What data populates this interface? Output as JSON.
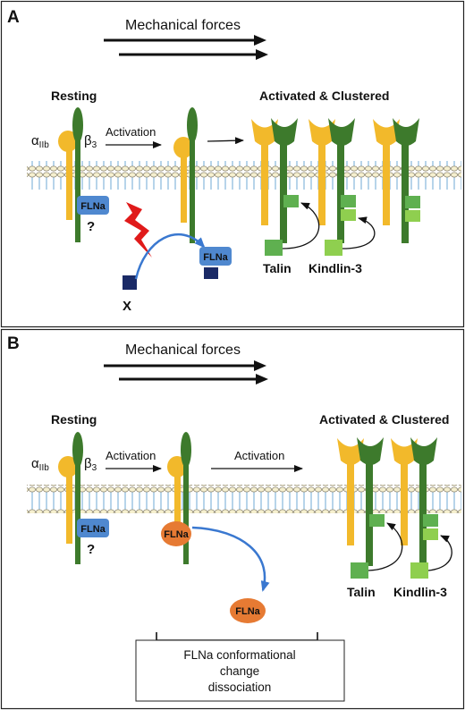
{
  "colors": {
    "alpha_subunit": "#f2b92b",
    "beta_subunit": "#3d7a2c",
    "filamin_blue": "#4f88cf",
    "filamin_orange": "#e67a33",
    "talin": "#5fb050",
    "kindlin": "#8fcf4f",
    "x_square": "#1a2a66",
    "lightning": "#e01a1a",
    "curved_arrow": "#3a78d0"
  },
  "panel_a": {
    "letter": "A",
    "forces_label": "Mechanical forces",
    "resting_label": "Resting",
    "alpha_label": "α",
    "alpha_sub": "IIb",
    "beta_label": "β",
    "beta_sub": "3",
    "activation_label": "Activation",
    "activated_label": "Activated & Clustered",
    "filamin_label": "FLNa",
    "filamin_released_label": "FLNa",
    "question_mark": "?",
    "x_label": "X",
    "talin_label": "Talin",
    "kindlin_label": "Kindlin-3"
  },
  "panel_b": {
    "letter": "B",
    "forces_label": "Mechanical forces",
    "resting_label": "Resting",
    "alpha_label": "α",
    "alpha_sub": "IIb",
    "beta_label": "β",
    "beta_sub": "3",
    "activation_label_1": "Activation",
    "activation_label_2": "Activation",
    "activated_label": "Activated & Clustered",
    "filamin_label": "FLNa",
    "filamin_bound_label": "FLNa",
    "filamin_released_label": "FLNa",
    "question_mark": "?",
    "talin_label": "Talin",
    "kindlin_label": "Kindlin-3",
    "box_lines": [
      "FLNa conformational",
      "change",
      "dissociation"
    ]
  }
}
